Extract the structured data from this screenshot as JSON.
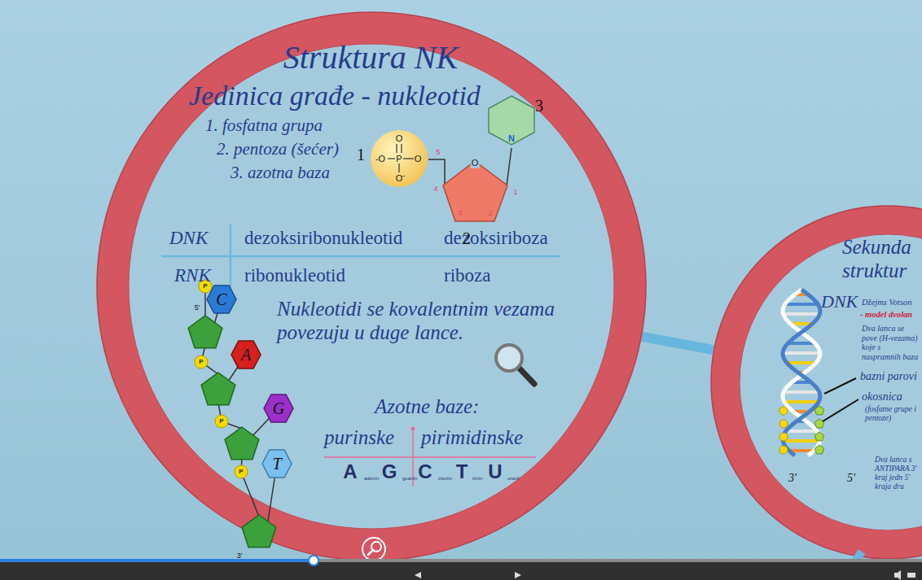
{
  "diagram": {
    "nodes": [
      {
        "text": [
          "Struktura NK",
          "Jedinica građe - nukleotid",
          "1. fosfatna grupa",
          "2. pentoza (šećer)",
          "3. azotna baza",
          "DNK",
          "dezoksiribonukleotid",
          "dezoksiriboza",
          "RNK",
          "ribonukleotid",
          "riboza",
          "Nukleotidi se kovalentnim vezama povezuju u duge lance.",
          "Azotne baze:",
          "purinske",
          "pirimidinske"
        ]
      },
      {
        "text": [
          "Sekunda struktur",
          "DNK",
          "Džejms Votson",
          "- model dvolan",
          "Dva lanca se pove (H-vezama) koje s naspramnih baza",
          "bazni parovi",
          "okosnica",
          "(fosfatne grupe i pentoze)",
          "Dva lanca s ANTIPARA 3' kraj jedn 5' kraja dru",
          "3'",
          "5'"
        ]
      },
      {
        "text": [
          "O",
          "-O",
          "P",
          "O",
          "O⁻"
        ],
        "in": 0
      },
      {
        "text": [
          "O"
        ],
        "in": 0
      },
      {
        "text": [
          "N"
        ],
        "in": 0
      },
      {
        "text": [
          "P"
        ],
        "in": 0
      },
      {
        "text": [
          "C"
        ],
        "in": 0
      },
      {
        "text": [
          "P"
        ],
        "in": 0
      },
      {
        "text": [
          "A"
        ],
        "in": 0
      },
      {
        "text": [
          "P"
        ],
        "in": 0
      },
      {
        "text": [
          "G"
        ],
        "in": 0
      },
      {
        "text": [
          "P"
        ],
        "in": 0
      },
      {
        "text": [
          "T"
        ],
        "in": 0
      }
    ],
    "edges": [
      {
        "from": 0,
        "to": 1,
        "arrow": "none"
      }
    ],
    "labels": [
      "1",
      "2",
      "3",
      "5",
      "4",
      "3",
      "2",
      "1",
      "5'",
      "3'",
      "A",
      "adenin",
      "G",
      "guanin",
      "C",
      "citozin",
      "T",
      "timin",
      "U",
      "uracil"
    ]
  }
}
